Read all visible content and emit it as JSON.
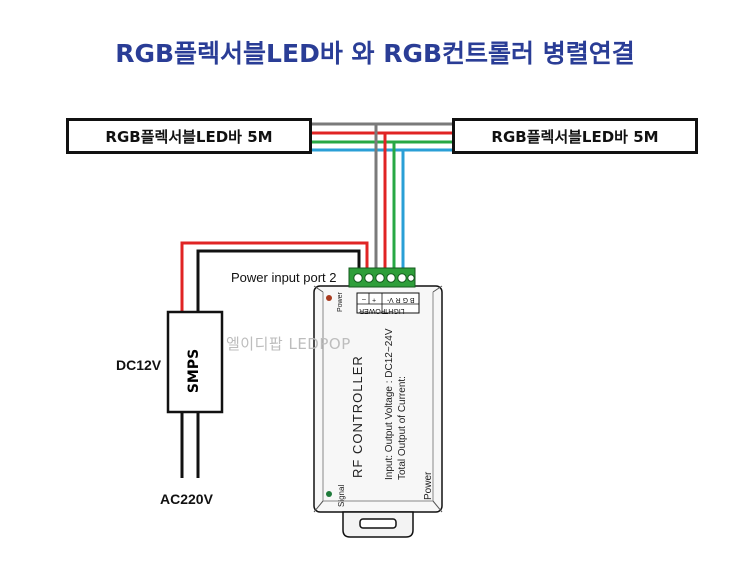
{
  "title": "RGB플렉서블LED바 와 RGB컨트롤러 병렬연결",
  "strips": {
    "left": "RGB플렉서블LED바 5M",
    "right": "RGB플렉서블LED바 5M"
  },
  "labels": {
    "power_input_port": "Power input port 2",
    "dc": "DC12V",
    "ac": "AC220V",
    "smps": "SMPS",
    "watermark": "엘이디팝 LEDPOP"
  },
  "controller": {
    "name": "RF CONTROLLER",
    "spec_line1": "Input: Output Voltage : DC12~24V",
    "spec_line2": "Total Output of Current:",
    "power_label": "Power",
    "signal_label": "Signal",
    "power_top_label": "Power",
    "power_section": "POWER",
    "light_section": "LIGHT",
    "minus": "–",
    "plus": "+",
    "bgrv": "B G R V-"
  },
  "colors": {
    "title": "#2a3d96",
    "wire_gray": "#7a7a7a",
    "wire_red": "#e02424",
    "wire_green": "#27a844",
    "wire_blue": "#2a9fd6",
    "wire_black": "#111111",
    "terminal": "#2e9e3a"
  }
}
